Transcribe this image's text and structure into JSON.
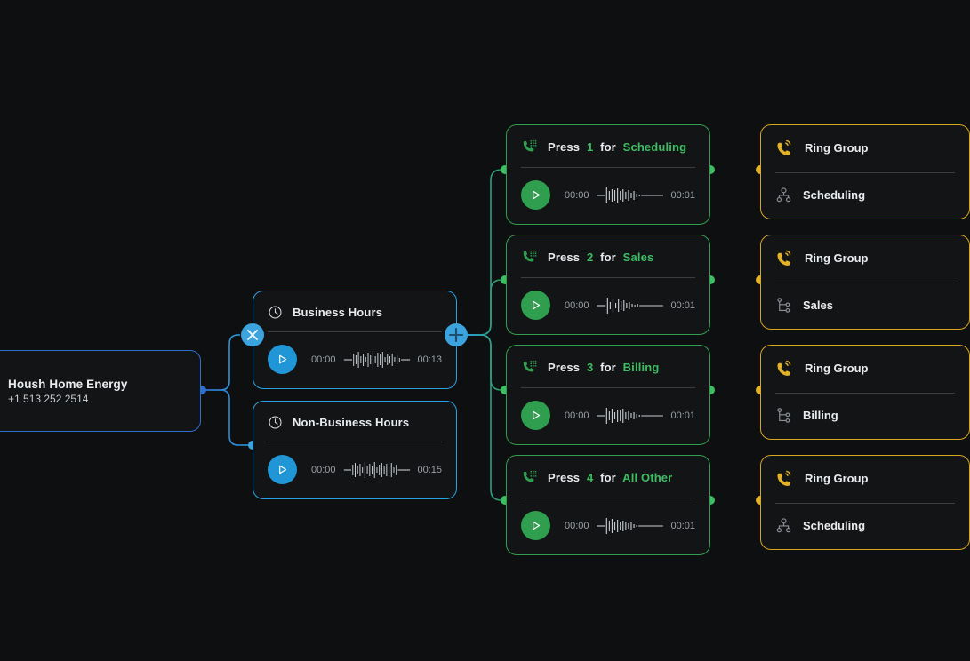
{
  "colors": {
    "background": "#0e0f11",
    "card_bg": "#131416",
    "blue": "#2aa3e0",
    "blue_node": "#2f6fd0",
    "green": "#2f9e4f",
    "green_text": "#3ebd63",
    "yellow": "#d9a61f",
    "text": "#e9ecef",
    "muted": "#9aa0a6"
  },
  "company": {
    "name": "Housh Home Energy",
    "phone": "+1 513 252 2514",
    "logo_icon": "chat-bubble-sunglasses-logo"
  },
  "handles": {
    "close_label": "×",
    "close_icon": "close-icon",
    "add_label": "+",
    "add_icon": "plus-icon"
  },
  "hours_cards": [
    {
      "title": "Business Hours",
      "icon": "clock-icon",
      "play_icon": "play-icon",
      "time_start": "00:00",
      "time_end": "00:13"
    },
    {
      "title": "Non-Business Hours",
      "icon": "clock-icon",
      "play_icon": "play-icon",
      "time_start": "00:00",
      "time_end": "00:15"
    }
  ],
  "ivr_cards": [
    {
      "icon": "phone-keypad-icon",
      "play_icon": "play-icon",
      "press_label": "Press",
      "digit": "1",
      "for_label": "for",
      "destination": "Scheduling",
      "time_start": "00:00",
      "time_end": "00:01"
    },
    {
      "icon": "phone-keypad-icon",
      "play_icon": "play-icon",
      "press_label": "Press",
      "digit": "2",
      "for_label": "for",
      "destination": "Sales",
      "time_start": "00:00",
      "time_end": "00:01"
    },
    {
      "icon": "phone-keypad-icon",
      "play_icon": "play-icon",
      "press_label": "Press",
      "digit": "3",
      "for_label": "for",
      "destination": "Billing",
      "time_start": "00:00",
      "time_end": "00:01"
    },
    {
      "icon": "phone-keypad-icon",
      "play_icon": "play-icon",
      "press_label": "Press",
      "digit": "4",
      "for_label": "for",
      "destination": "All Other",
      "time_start": "00:00",
      "time_end": "00:01"
    }
  ],
  "ring_groups": [
    {
      "title": "Ring Group",
      "icon": "phone-ringing-icon",
      "member": "Scheduling",
      "member_icon": "org-chart-icon"
    },
    {
      "title": "Ring Group",
      "icon": "phone-ringing-icon",
      "member": "Sales",
      "member_icon": "branch-icon"
    },
    {
      "title": "Ring Group",
      "icon": "phone-ringing-icon",
      "member": "Billing",
      "member_icon": "branch-icon"
    },
    {
      "title": "Ring Group",
      "icon": "phone-ringing-icon",
      "member": "Scheduling",
      "member_icon": "org-chart-icon"
    }
  ]
}
